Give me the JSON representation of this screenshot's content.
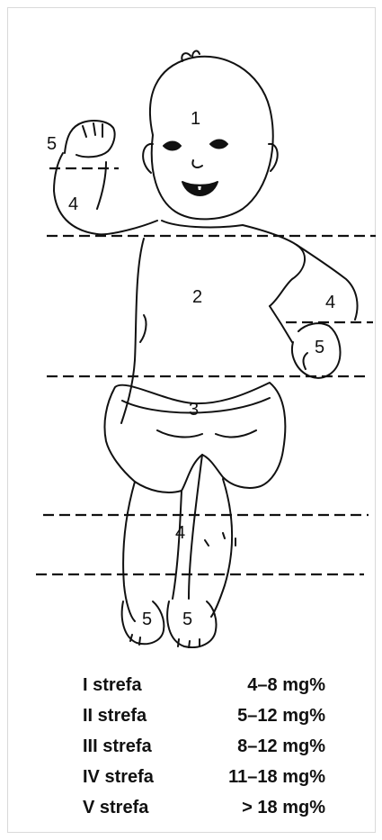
{
  "zone_labels": {
    "head": "1",
    "trunk": "2",
    "hips": "3",
    "right_forearm": "4",
    "left_forearm": "4",
    "lower_legs": "4",
    "right_hand": "5",
    "left_hand": "5",
    "left_foot": "5",
    "right_foot": "5"
  },
  "legend": [
    {
      "zone": "I strefa",
      "range": "4–8 mg%"
    },
    {
      "zone": "II strefa",
      "range": "5–12 mg%"
    },
    {
      "zone": "III strefa",
      "range": "8–12 mg%"
    },
    {
      "zone": "IV strefa",
      "range": "11–18 mg%"
    },
    {
      "zone": "V strefa",
      "range": "> 18 mg%"
    }
  ],
  "colors": {
    "ink": "#111111",
    "frame": "#d9d9d9"
  }
}
